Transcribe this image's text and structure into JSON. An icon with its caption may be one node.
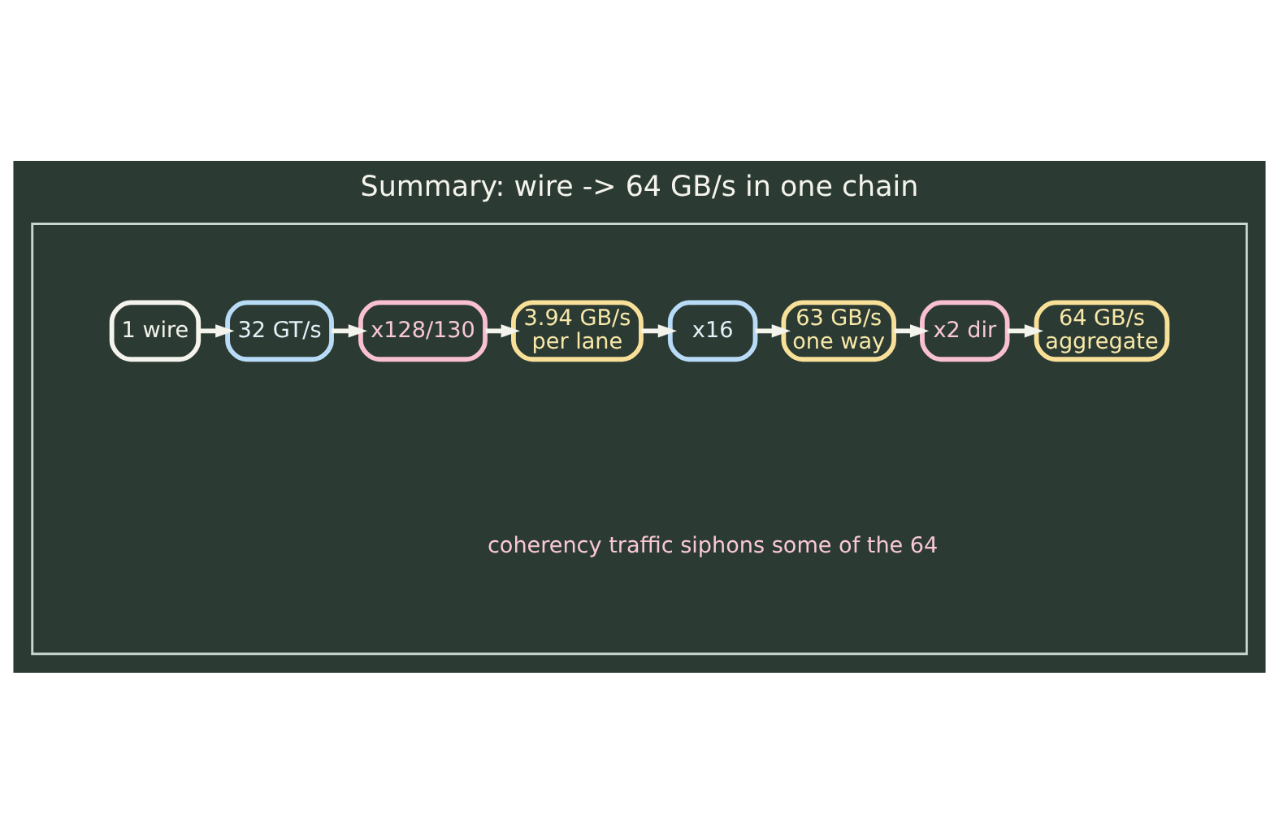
{
  "diagram": {
    "title": "Summary: wire -> 64 GB/s in one chain",
    "nodes": [
      {
        "text": [],
        "shape": "box"
      },
      {
        "text": [
          "1 wire"
        ],
        "in": 0
      },
      {
        "text": [
          "32 GT/s"
        ],
        "in": 0
      },
      {
        "text": [
          "x128/130"
        ],
        "in": 0
      },
      {
        "text": [
          "3.94 GB/s per lane"
        ],
        "in": 0
      },
      {
        "text": [
          "x16"
        ],
        "in": 0
      },
      {
        "text": [
          "63 GB/s one way"
        ],
        "in": 0
      },
      {
        "text": [
          "x2 dir"
        ],
        "in": 0
      },
      {
        "text": [
          "64 GB/s aggregate"
        ],
        "in": 0
      }
    ],
    "edges": [
      {
        "from": 1,
        "to": 2,
        "arrow": "to"
      },
      {
        "from": 2,
        "to": 3,
        "arrow": "to"
      },
      {
        "from": 3,
        "to": 4,
        "arrow": "to"
      },
      {
        "from": 4,
        "to": 5,
        "arrow": "to"
      },
      {
        "from": 5,
        "to": 6,
        "arrow": "to"
      },
      {
        "from": 6,
        "to": 7,
        "arrow": "to"
      },
      {
        "from": 7,
        "to": 8,
        "arrow": "to"
      }
    ],
    "labels": [
      "coherency traffic siphons some of the 64"
    ]
  }
}
